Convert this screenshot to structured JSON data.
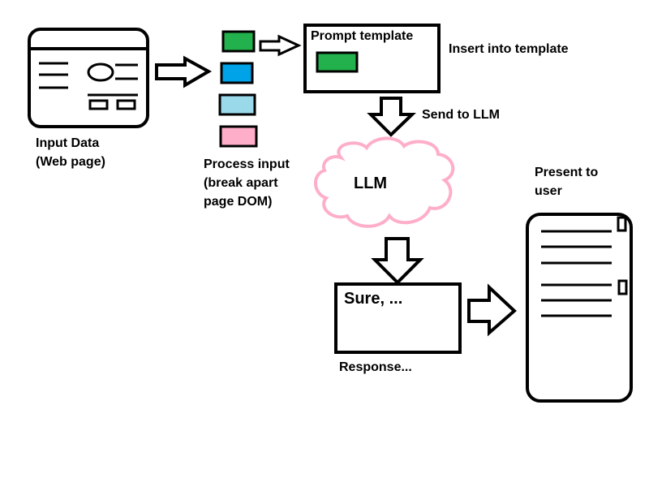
{
  "colors": {
    "stroke": "#000000",
    "green": "#22b14c",
    "blue": "#00a2e8",
    "light_blue": "#99d9ea",
    "pink": "#ffaec9",
    "cloud": "#ffaec9",
    "background": "#ffffff"
  },
  "labels": {
    "input_data": "Input Data\n(Web page)",
    "process_input": "Process input\n(break apart\npage DOM)",
    "prompt_template": "Prompt template",
    "insert_into_template": "Insert into template",
    "send_to_llm": "Send to LLM",
    "llm": "LLM",
    "response_text": "Sure, ...",
    "response_caption": "Response...",
    "present_to_user": "Present to\nuser"
  },
  "icons": [
    "web-page-icon",
    "right-arrow-icon",
    "down-arrow-icon",
    "cloud-icon",
    "document-icon"
  ]
}
